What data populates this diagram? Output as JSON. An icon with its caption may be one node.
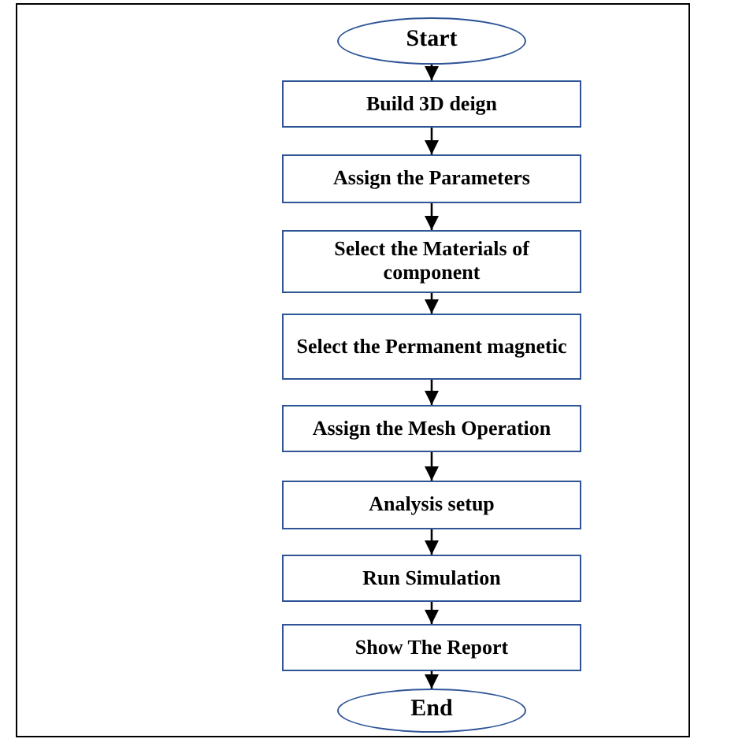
{
  "diagram": {
    "nodes": [
      {
        "text": [
          "Start"
        ]
      },
      {
        "text": [
          "Build 3D deign"
        ]
      },
      {
        "text": [
          "Assign the Parameters"
        ]
      },
      {
        "text": [
          "Select the Materials of component"
        ]
      },
      {
        "text": [
          "Select the Permanent magnetic"
        ]
      },
      {
        "text": [
          "Assign the Mesh Operation"
        ]
      },
      {
        "text": [
          "Analysis setup"
        ]
      },
      {
        "text": [
          "Run Simulation"
        ]
      },
      {
        "text": [
          "Show The Report"
        ]
      },
      {
        "text": [
          "End"
        ]
      }
    ],
    "edges": [
      {
        "from": 0,
        "to": 1,
        "arrow": "to"
      },
      {
        "from": 1,
        "to": 2,
        "arrow": "to"
      },
      {
        "from": 2,
        "to": 3,
        "arrow": "to"
      },
      {
        "from": 3,
        "to": 4,
        "arrow": "to"
      },
      {
        "from": 4,
        "to": 5,
        "arrow": "to"
      },
      {
        "from": 5,
        "to": 6,
        "arrow": "to"
      },
      {
        "from": 6,
        "to": 7,
        "arrow": "to"
      },
      {
        "from": 7,
        "to": 8,
        "arrow": "to"
      },
      {
        "from": 8,
        "to": 9,
        "arrow": "to"
      }
    ]
  }
}
